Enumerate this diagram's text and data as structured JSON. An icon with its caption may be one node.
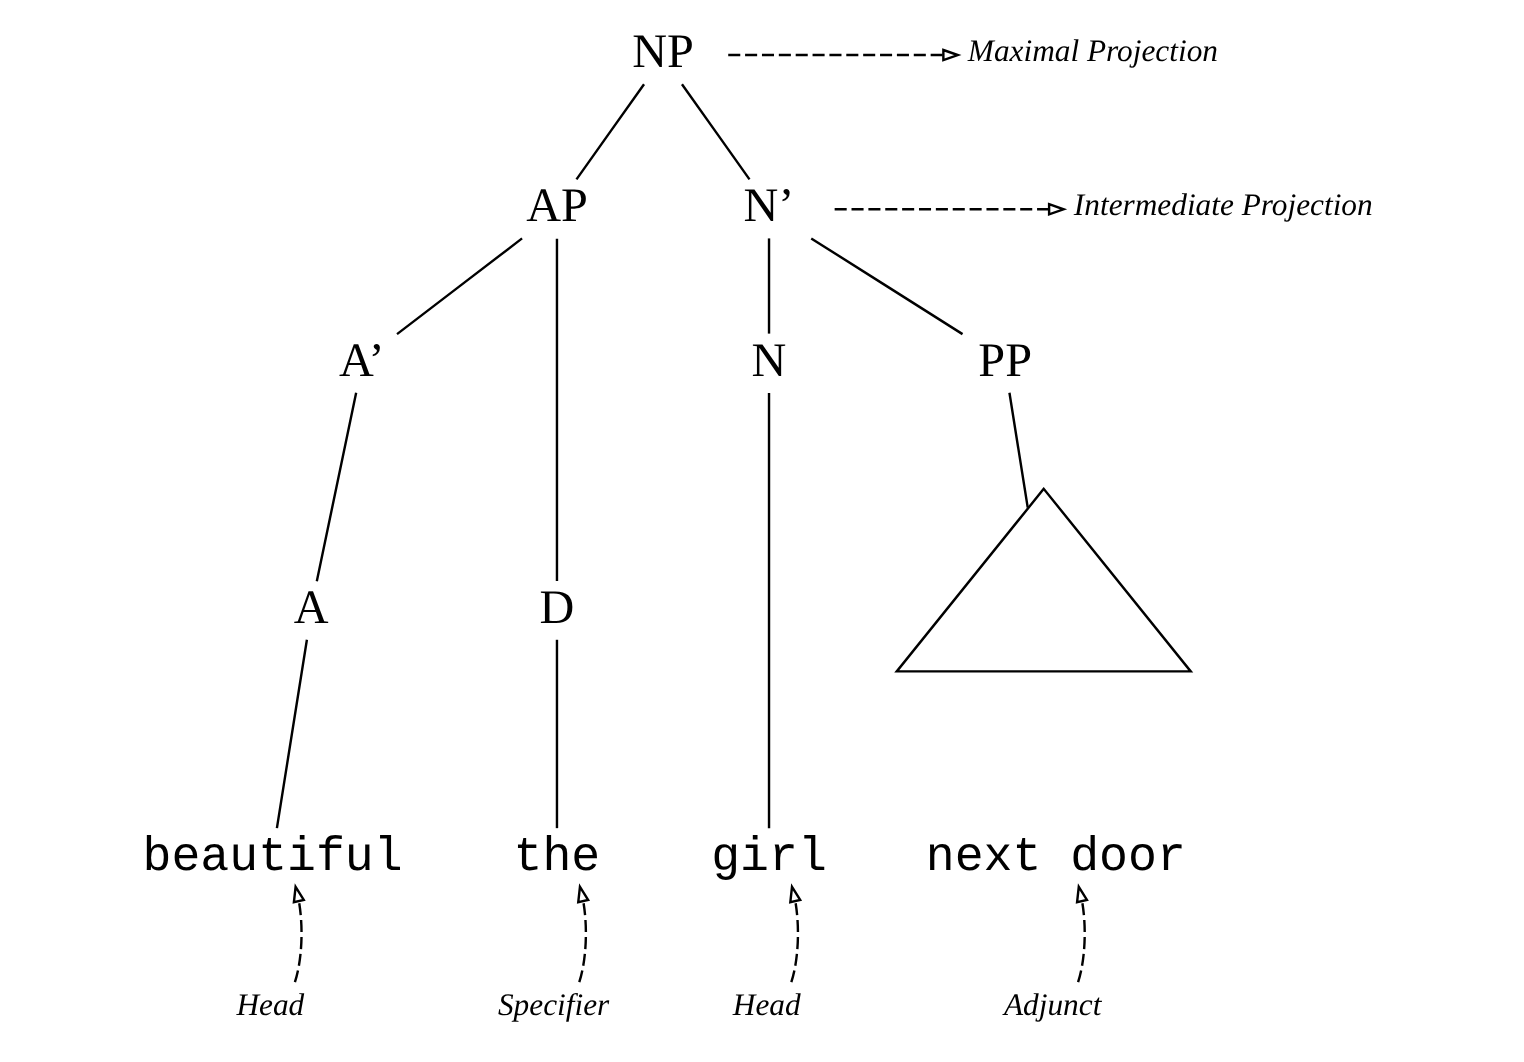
{
  "diagram": {
    "nodes": [
      {
        "text": [
          "NP"
        ]
      },
      {
        "text": [
          "Maximal Projection"
        ]
      },
      {
        "text": [
          "AP"
        ]
      },
      {
        "text": [
          "N’"
        ]
      },
      {
        "text": [
          "Intermediate Projection"
        ]
      },
      {
        "text": [
          "N"
        ]
      },
      {
        "text": [
          "PP"
        ]
      },
      {
        "text": [
          "A’"
        ]
      },
      {
        "text": [
          "D"
        ]
      },
      {
        "text": [
          "A"
        ]
      },
      {
        "text": [],
        "shape": "triangle"
      },
      {
        "text": [
          "the"
        ]
      },
      {
        "text": [
          "beautiful"
        ]
      },
      {
        "text": [
          "girl"
        ]
      },
      {
        "text": [
          "next door"
        ]
      },
      {
        "text": [
          "Specifier"
        ]
      },
      {
        "text": [
          "Head"
        ]
      },
      {
        "text": [
          "Head"
        ]
      },
      {
        "text": [
          "Adjunct"
        ]
      }
    ],
    "edges": [
      {
        "from": 0,
        "to": 2,
        "arrow": "none"
      },
      {
        "from": 0,
        "to": 3,
        "arrow": "none"
      },
      {
        "from": 0,
        "to": 1,
        "arrow": "to",
        "style": "dashed"
      },
      {
        "from": 2,
        "to": 8,
        "arrow": "none"
      },
      {
        "from": 2,
        "to": 7,
        "arrow": "none"
      },
      {
        "from": 3,
        "to": 4,
        "arrow": "to",
        "style": "dashed"
      },
      {
        "from": 3,
        "to": 5,
        "arrow": "none"
      },
      {
        "from": 3,
        "to": 6,
        "arrow": "none"
      },
      {
        "from": 7,
        "to": 9,
        "arrow": "none"
      },
      {
        "from": 6,
        "to": 10,
        "arrow": "none"
      },
      {
        "from": 8,
        "to": 11,
        "arrow": "none"
      },
      {
        "from": 9,
        "to": 12,
        "arrow": "none"
      },
      {
        "from": 5,
        "to": 13,
        "arrow": "none"
      },
      {
        "from": 15,
        "to": 11,
        "arrow": "to",
        "style": "dashed"
      },
      {
        "from": 16,
        "to": 12,
        "arrow": "to",
        "style": "dashed"
      },
      {
        "from": 17,
        "to": 13,
        "arrow": "to",
        "style": "dashed"
      },
      {
        "from": 18,
        "to": 14,
        "arrow": "to",
        "style": "dashed"
      }
    ]
  }
}
